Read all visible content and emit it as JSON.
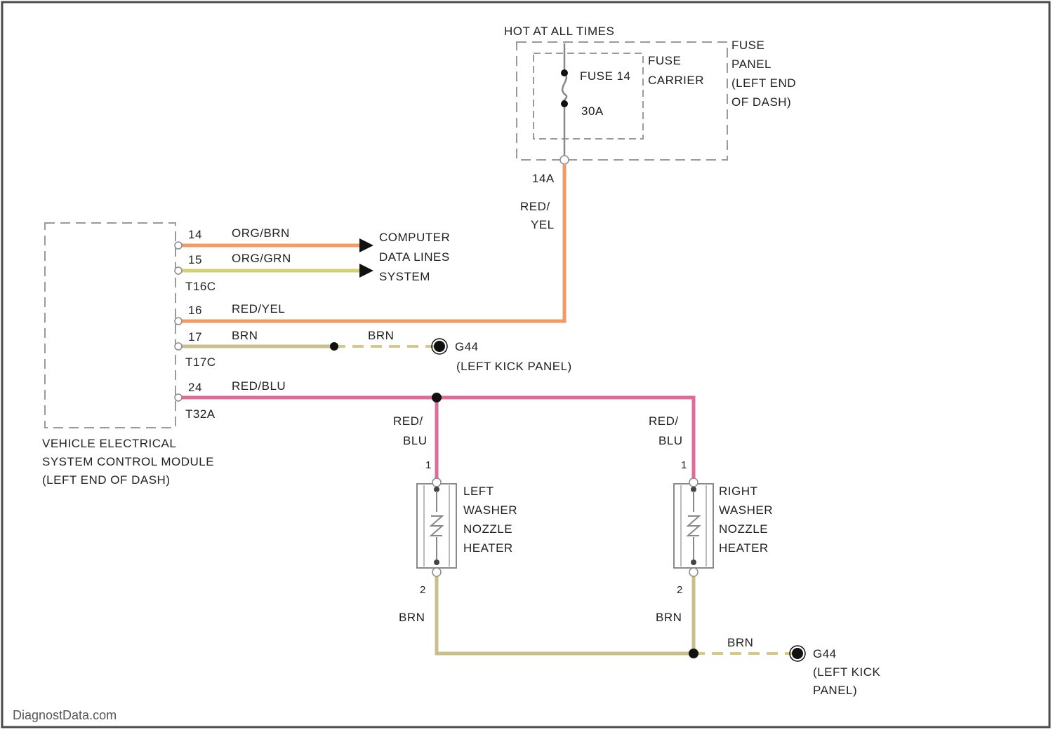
{
  "colors": {
    "red_yel": "#f29a62",
    "org_brn": "#f29a62",
    "org_grn": "#d4d170",
    "brn": "#c9bf8a",
    "red_blu": "#e06a9a",
    "ground_dash": "#d6c88a",
    "fuse_wire": "#888888"
  },
  "fuse": {
    "hot_label": "HOT AT ALL TIMES",
    "fuse_name": "FUSE 14",
    "rating": "30A",
    "carrier": [
      "FUSE",
      "CARRIER"
    ],
    "panel": [
      "FUSE",
      "PANEL",
      "(LEFT END",
      "OF DASH)"
    ],
    "pin": "14A",
    "wire_color": [
      "RED/",
      "YEL"
    ]
  },
  "module": {
    "name": [
      "VEHICLE ELECTRICAL",
      "SYSTEM CONTROL MODULE",
      "(LEFT END OF DASH)"
    ],
    "pins": [
      {
        "pin": "14",
        "wire": "ORG/BRN"
      },
      {
        "pin": "15",
        "wire": "ORG/GRN"
      },
      {
        "pin": "16",
        "wire": "RED/YEL"
      },
      {
        "pin": "17",
        "wire": "BRN"
      },
      {
        "pin": "24",
        "wire": "RED/BLU"
      }
    ],
    "connectors": [
      "T16C",
      "T17C",
      "T32A"
    ]
  },
  "data_lines": [
    "COMPUTER",
    "DATA LINES",
    "SYSTEM"
  ],
  "ground1": {
    "wire": "BRN",
    "label": "G44",
    "location": "(LEFT KICK PANEL)"
  },
  "left_heater": {
    "wire_top": [
      "RED/",
      "BLU"
    ],
    "pin_top": "1",
    "name": [
      "LEFT",
      "WASHER",
      "NOZZLE",
      "HEATER"
    ],
    "pin_bottom": "2",
    "wire_bottom": "BRN"
  },
  "right_heater": {
    "wire_top": [
      "RED/",
      "BLU"
    ],
    "pin_top": "1",
    "name": [
      "RIGHT",
      "WASHER",
      "NOZZLE",
      "HEATER"
    ],
    "pin_bottom": "2",
    "wire_bottom": "BRN"
  },
  "ground2": {
    "wire": "BRN",
    "label": "G44",
    "location": [
      "(LEFT KICK",
      "PANEL)"
    ]
  },
  "watermark": "DiagnostData.com"
}
